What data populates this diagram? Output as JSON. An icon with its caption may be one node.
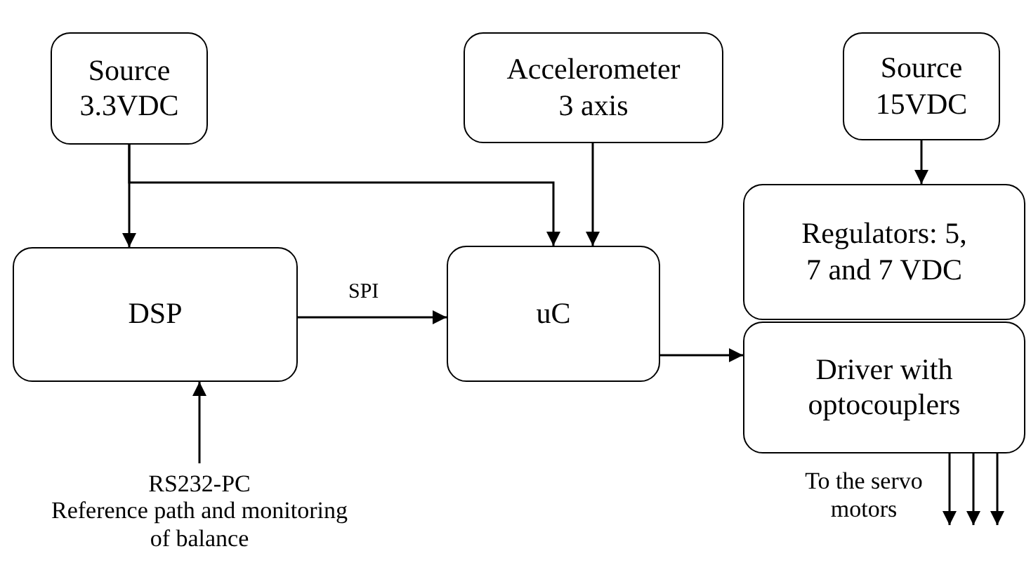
{
  "diagram": {
    "nodes": [
      {
        "text": [
          "Source 3.3VDC"
        ]
      },
      {
        "text": [
          "Accelerometer 3 axis"
        ]
      },
      {
        "text": [
          "Source 15VDC"
        ]
      },
      {
        "text": [
          "DSP"
        ]
      },
      {
        "text": [
          "uC"
        ]
      },
      {
        "text": [
          "Regulators: 5, 7 and 7 VDC"
        ]
      },
      {
        "text": [
          "Driver with optocouplers"
        ],
        "beside": [
          "To the servo motors"
        ]
      },
      {
        "text": [
          "RS232-PC",
          "Reference path and monitoring of balance"
        ]
      }
    ],
    "edges": [
      {
        "from": 0,
        "to": 3,
        "arrow": "to"
      },
      {
        "from": 0,
        "to": 4,
        "arrow": "to"
      },
      {
        "from": 1,
        "to": 4,
        "arrow": "to"
      },
      {
        "from": 3,
        "to": 4,
        "arrow": "to",
        "label": "SPI"
      },
      {
        "from": 4,
        "to": 6,
        "arrow": "to"
      },
      {
        "from": 2,
        "to": 5,
        "arrow": "to"
      },
      {
        "from": 7,
        "to": 3,
        "arrow": "to"
      },
      {
        "from": 6,
        "to": null,
        "arrow": "to"
      },
      {
        "from": 6,
        "to": null,
        "arrow": "to"
      },
      {
        "from": 6,
        "to": null,
        "arrow": "to"
      }
    ]
  }
}
